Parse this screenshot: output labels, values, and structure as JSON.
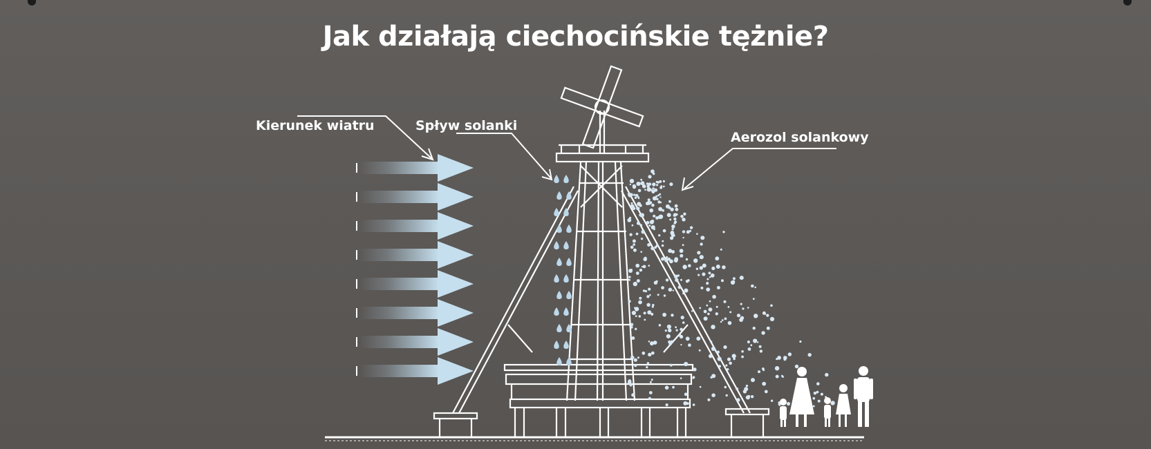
{
  "title": "Jak działają ciechocińskie tężnie?",
  "labels": {
    "wind_direction": "Kierunek wiatru",
    "brine_flow": "Spływ solanki",
    "brine_aerosol": "Aerozol solankowy"
  },
  "colors": {
    "background": "#5e5b59",
    "line_art": "#ffffff",
    "accent_blue": "#bcd8ea"
  }
}
